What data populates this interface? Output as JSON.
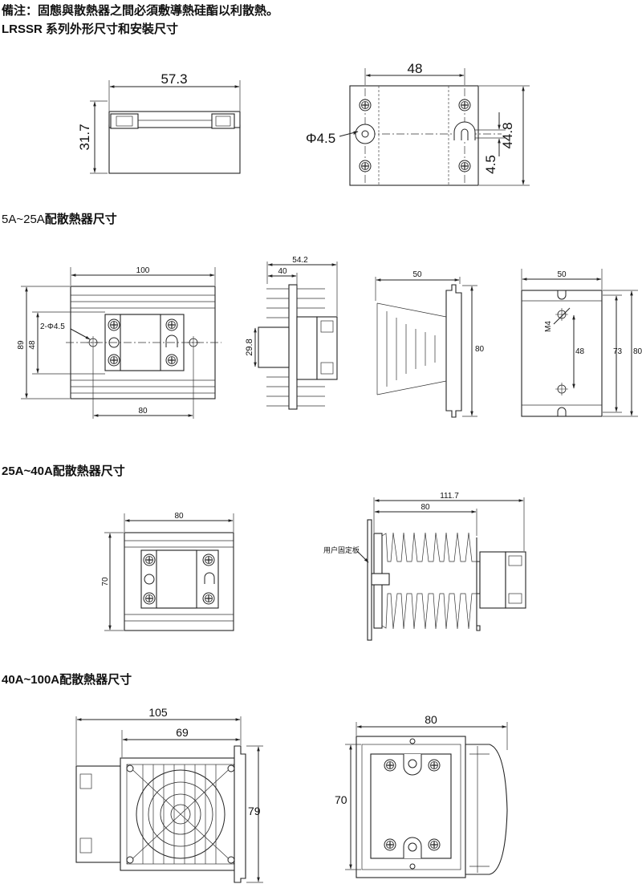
{
  "note": "備注：固態與散熱器之間必須敷導熱硅酯以利散熱。",
  "series_title": "LRSSR 系列外形尺寸和安裝尺寸",
  "sections": {
    "s1": {
      "prefix": "5A~25A",
      "suffix": "配散熱器尺寸"
    },
    "s2": {
      "prefix": "25A~40A",
      "suffix": "配散熱器尺寸"
    },
    "s3": {
      "prefix": "40A~100A",
      "suffix": "配散熱器尺寸"
    }
  },
  "dims_top": {
    "w": "57.3",
    "h": "31.7",
    "w2": "48",
    "hole": "Φ4.5",
    "slot": "4.5",
    "h2": "44.8"
  },
  "dims_s1": {
    "a_w": "100",
    "a_h1": "89",
    "a_h2": "48",
    "a_holes": "2-Φ4.5",
    "a_pitch": "80",
    "b_w1": "54.2",
    "b_w2": "40",
    "b_h": "29.8",
    "c_w": "50",
    "c_h": "80",
    "d_w": "50",
    "d_thread": "M4",
    "d_h1": "48",
    "d_h2": "73",
    "d_h3": "80"
  },
  "dims_s2": {
    "a_w": "80",
    "a_h": "70",
    "b_w1": "111.7",
    "b_w2": "80",
    "b_label": "用户固定板"
  },
  "dims_s3": {
    "a_w1": "105",
    "a_w2": "69",
    "a_h": "79",
    "b_w": "80",
    "b_h": "70"
  }
}
